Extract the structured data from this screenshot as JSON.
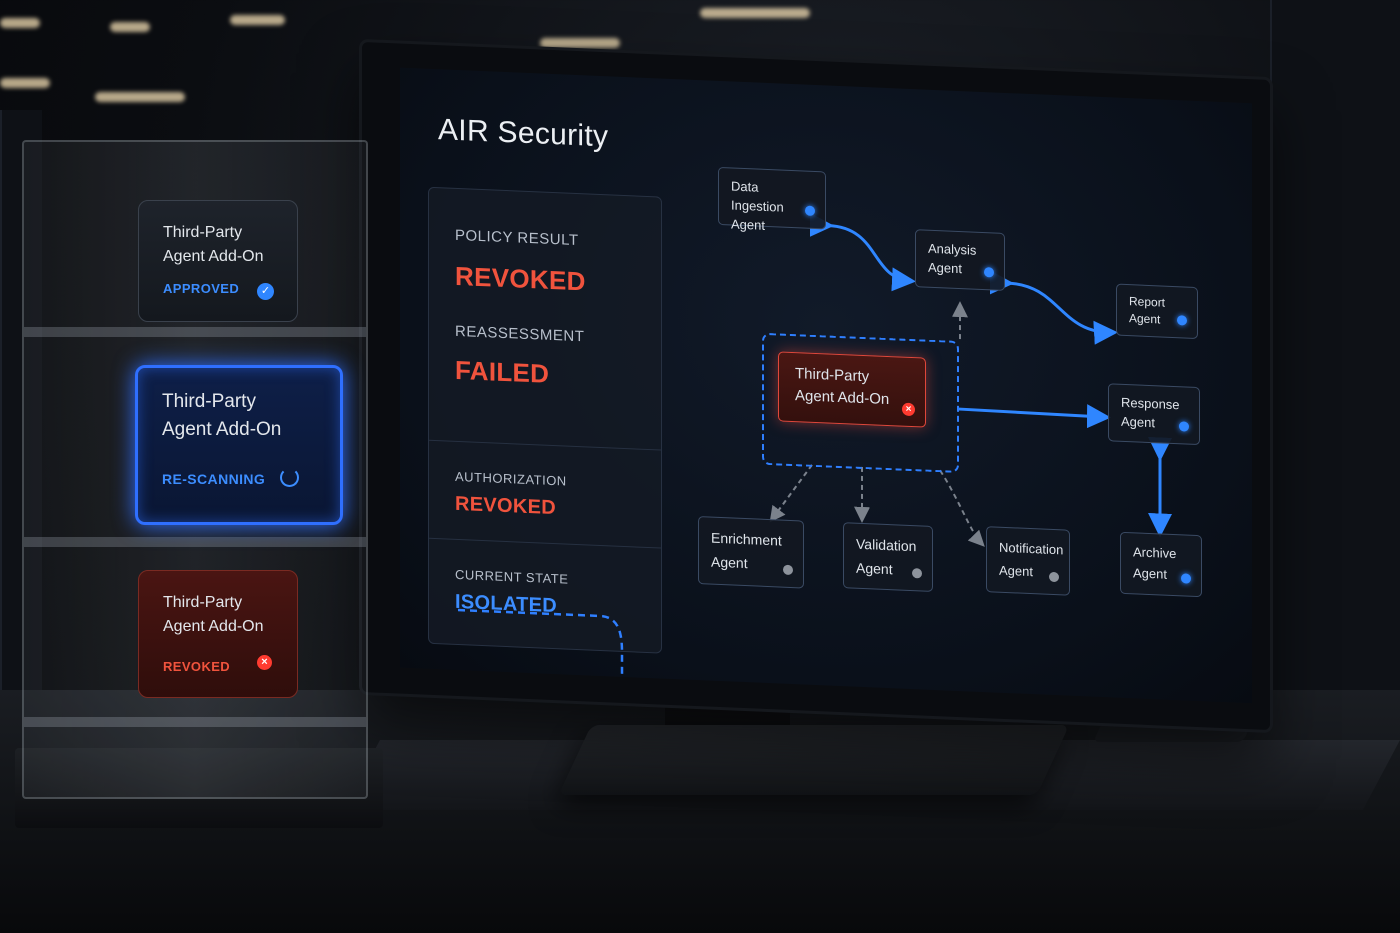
{
  "app": {
    "title": "AIR Security"
  },
  "status_panel": {
    "policy_result": {
      "label": "POLICY RESULT",
      "value": "REVOKED"
    },
    "reassessment": {
      "label": "REASSESSMENT",
      "value": "FAILED"
    },
    "authorization": {
      "label": "AUTHORIZATION",
      "value": "REVOKED"
    },
    "current_state": {
      "label": "CURRENT STATE",
      "value": "ISOLATED"
    }
  },
  "diagram": {
    "nodes": {
      "data_ingestion": {
        "line1": "Data Ingestion",
        "line2": "Agent",
        "status": "active"
      },
      "analysis": {
        "line1": "Analysis",
        "line2": "Agent",
        "status": "active"
      },
      "report": {
        "line1": "Report",
        "line2": "Agent",
        "status": "active"
      },
      "third_party": {
        "line1": "Third-Party",
        "line2": "Agent Add-On",
        "status": "revoked"
      },
      "response": {
        "line1": "Response",
        "line2": "Agent",
        "status": "active"
      },
      "enrichment": {
        "line1": "Enrichment",
        "line2": "Agent",
        "status": "inactive"
      },
      "validation": {
        "line1": "Validation",
        "line2": "Agent",
        "status": "inactive"
      },
      "notification": {
        "line1": "Notification",
        "line2": "Agent",
        "status": "inactive"
      },
      "archive": {
        "line1": "Archive",
        "line2": "Agent",
        "status": "active"
      }
    },
    "colors": {
      "active": "#2f86ff",
      "inactive": "#8d939c",
      "alert": "#e0473a"
    }
  },
  "rack": {
    "cards": [
      {
        "line1": "Third-Party",
        "line2": "Agent Add-On",
        "status": "APPROVED",
        "icon": "check-icon"
      },
      {
        "line1": "Third-Party",
        "line2": "Agent Add-On",
        "status": "RE-SCANNING",
        "icon": "spinner-icon"
      },
      {
        "line1": "Third-Party",
        "line2": "Agent Add-On",
        "status": "REVOKED",
        "icon": "x-icon"
      }
    ]
  }
}
